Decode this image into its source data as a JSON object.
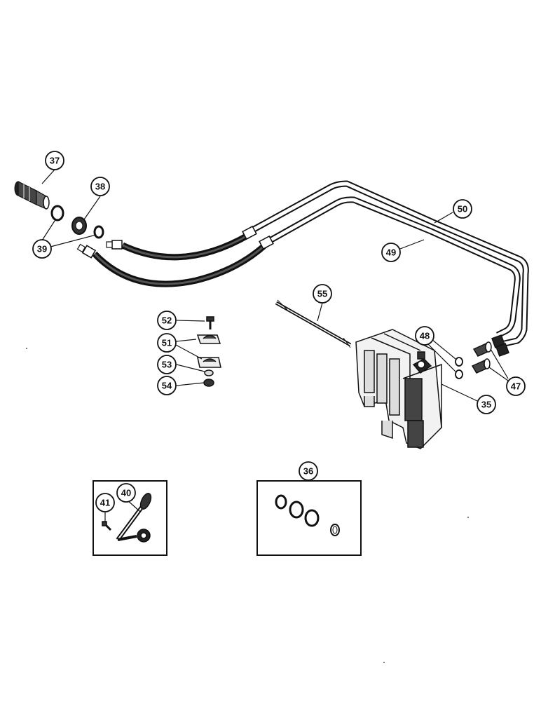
{
  "diagram": {
    "callouts": {
      "c37": "37",
      "c38": "38",
      "c39": "39",
      "c50": "50",
      "c49": "49",
      "c55": "55",
      "c52": "52",
      "c51": "51",
      "c53": "53",
      "c54": "54",
      "c48": "48",
      "c47": "47",
      "c35": "35",
      "c36": "36",
      "c40": "40",
      "c41": "41"
    }
  }
}
